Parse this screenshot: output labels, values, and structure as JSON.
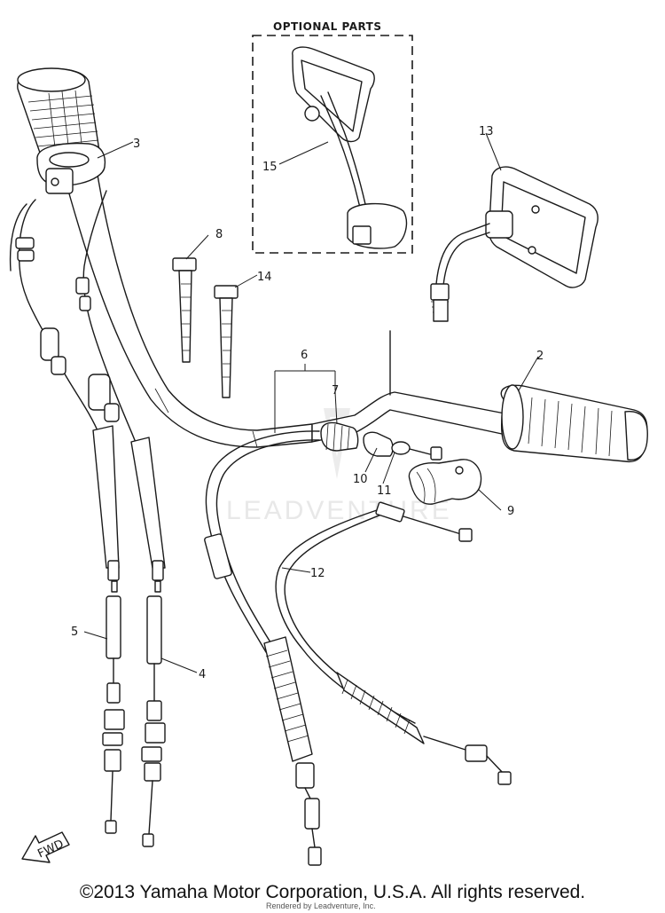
{
  "optional_parts": {
    "title": "OPTIONAL PARTS"
  },
  "callouts": {
    "c2": "2",
    "c3": "3",
    "c4": "4",
    "c5": "5",
    "c6": "6",
    "c7": "7",
    "c8": "8",
    "c9": "9",
    "c10": "10",
    "c11": "11",
    "c12": "12",
    "c13": "13",
    "c14": "14",
    "c15": "15"
  },
  "fwd_label": "FWD",
  "watermark": "LEADVENTURE",
  "rendered_by": "Rendered by Leadventure, Inc.",
  "copyright": "©2013 Yamaha Motor Corporation, U.S.A. All rights reserved."
}
